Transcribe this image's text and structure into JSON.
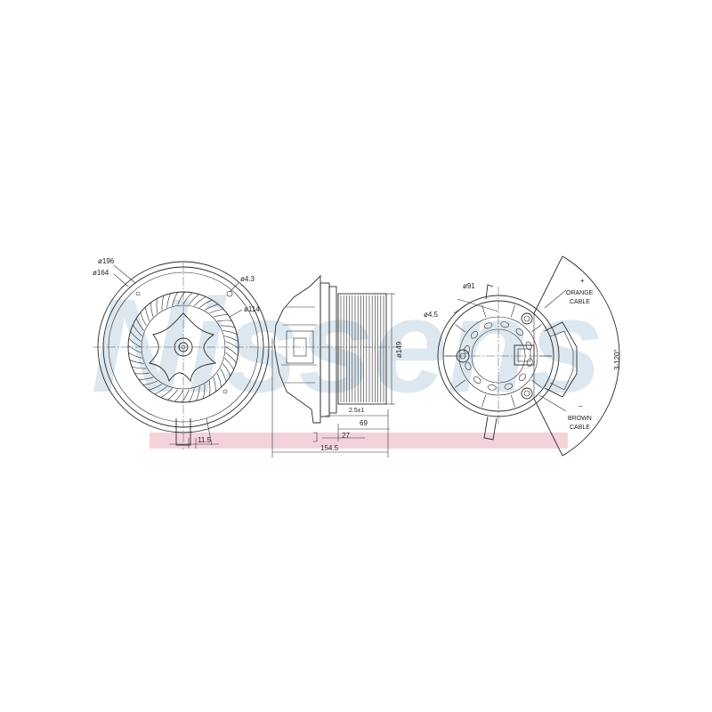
{
  "watermark": "Nissens",
  "colors": {
    "band": "#f3d3da",
    "watermark": "#d7e3ee",
    "line": "#2a2a2a"
  },
  "front_view": {
    "dia_outer": "ø196",
    "dia_inner": "ø164",
    "dia_hole": "ø4.3",
    "dia_hub": "ø114",
    "dim_bottom": "11.5"
  },
  "side_view": {
    "dia_body": "ø149",
    "dim_flange": "2.5±1",
    "dim_69": "69",
    "dim_27": "27",
    "dim_total": "154.5"
  },
  "back_view": {
    "dia_91": "ø91",
    "dia_hole": "ø4.5",
    "plus": "+",
    "orange_1": "ORANGE",
    "orange_2": "CABLE",
    "minus": "–",
    "brown_1": "BROWN",
    "brown_2": "CABLE",
    "angle": "3-120°"
  }
}
